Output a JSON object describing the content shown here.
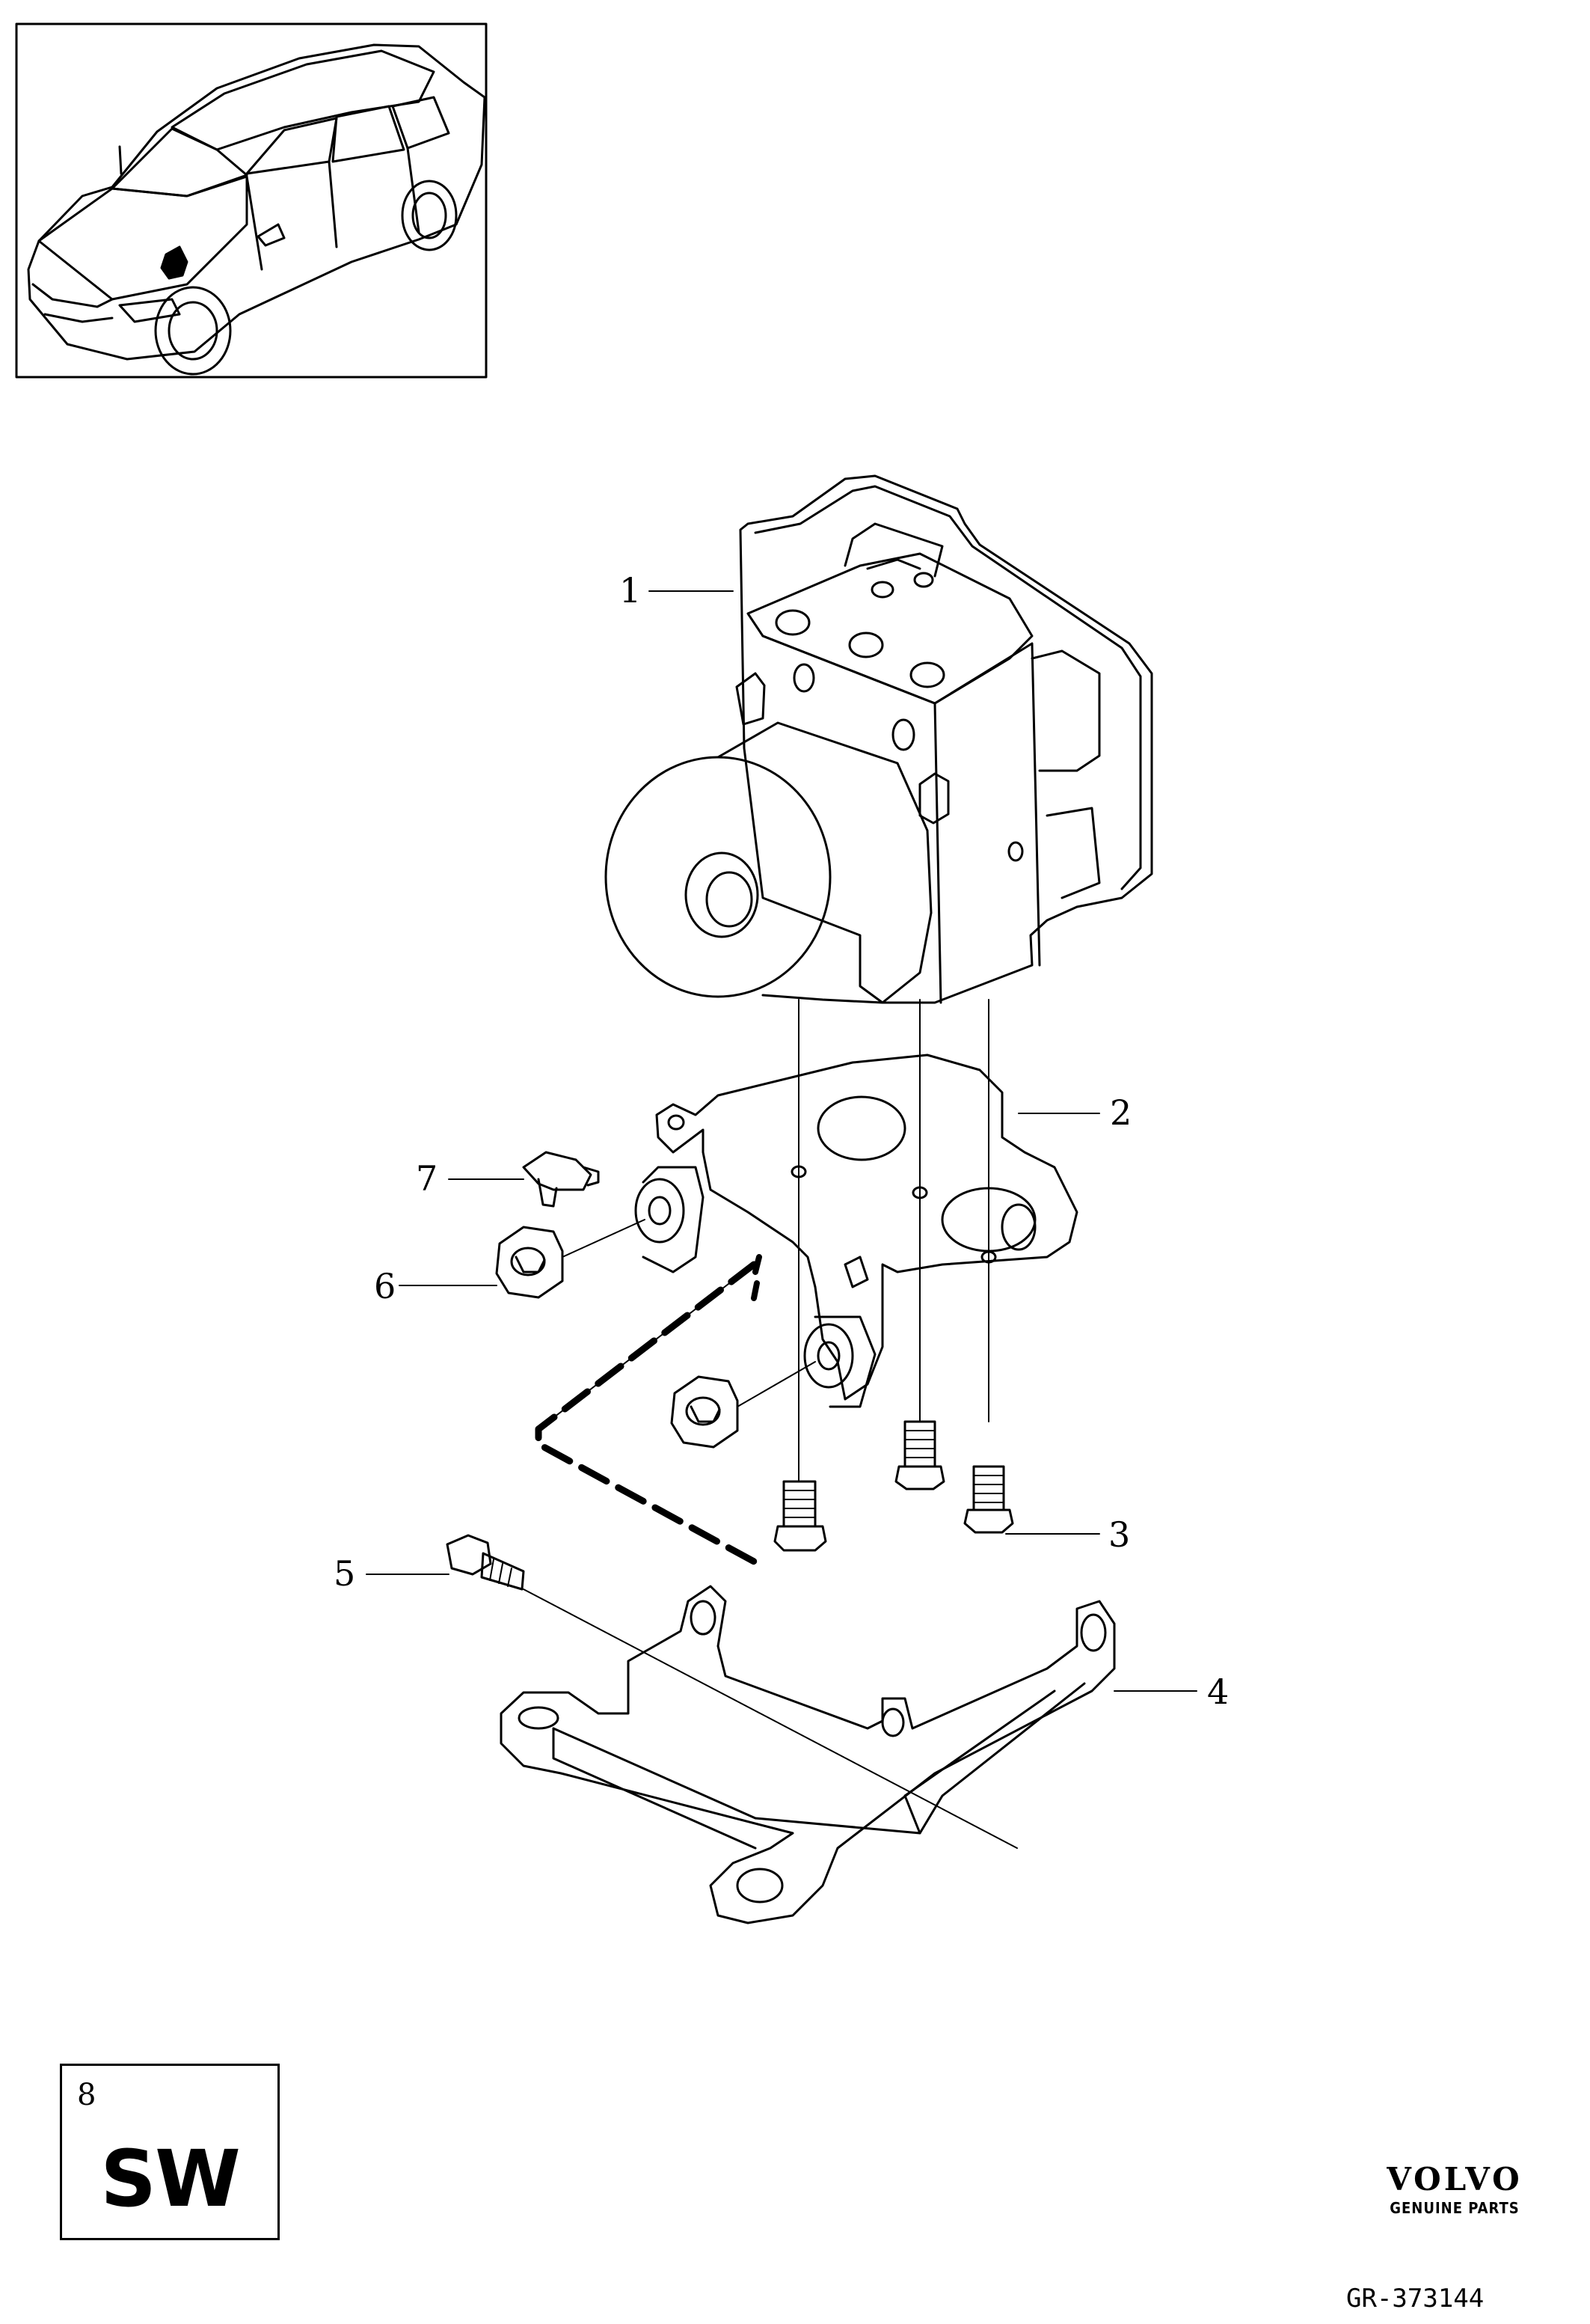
{
  "callouts": {
    "c1": "1",
    "c2": "2",
    "c3": "3",
    "c4": "4",
    "c5": "5",
    "c6": "6",
    "c7": "7"
  },
  "variant": {
    "number": "8",
    "code": "SW"
  },
  "brand": {
    "name": "VOLVO",
    "tagline": "GENUINE PARTS"
  },
  "reference": "GR-373144",
  "icons": {
    "locator": "car-locator-icon",
    "module": "abs-module-icon"
  }
}
